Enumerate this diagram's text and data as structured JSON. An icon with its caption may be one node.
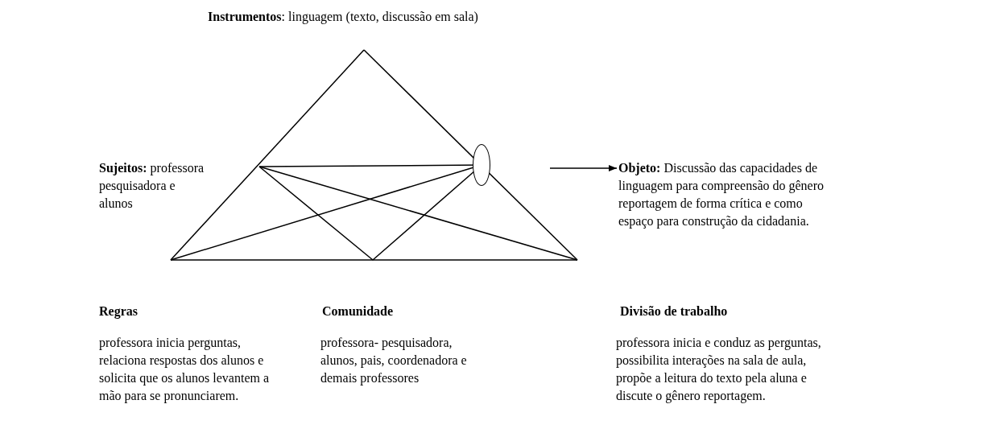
{
  "diagram": {
    "nodes": [
      {
        "text": [],
        "shape": "circle"
      },
      {
        "text": [
          "**Objeto:** Discussão das capacidades de linguagem para compreensão do gênero reportagem de forma crítica e como espaço para construção da cidadania."
        ]
      }
    ],
    "edges": [
      {
        "from": null,
        "to": 1,
        "arrow": "to"
      }
    ],
    "labels": [
      "**Instrumentos**: linguagem (texto, discussão em sala)",
      "**Sujeitos:** professora pesquisadora e alunos",
      "Regras",
      "professora inicia perguntas, relaciona respostas dos alunos e solicita que os alunos levantem a mão para se pronunciarem.",
      "Comunidade",
      "professora- pesquisadora, alunos, pais, coordenadora e demais professores",
      "Divisão de trabalho",
      "professora inicia e conduz as perguntas, possibilita interações na sala de aula, propõe a leitura do texto pela aluna e discute o gênero reportagem."
    ]
  }
}
